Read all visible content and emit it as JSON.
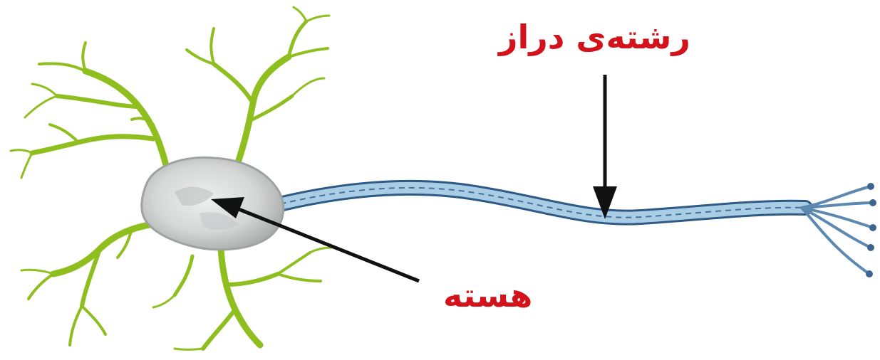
{
  "labels": {
    "axon": "رشته‌ی دراز",
    "nucleus": "هسته"
  },
  "colors": {
    "label_text": "#d3121b",
    "dendrite": "#8fbf1f",
    "dendrite_shade": "#6f9a12",
    "cell_body": "#d9dcdc",
    "cell_body_shade": "#a9adad",
    "axon_fill": "#a9cde4",
    "axon_edge": "#2f5a86",
    "arrow": "#111111"
  },
  "icons": {
    "neuron": "neuron-illustration",
    "arrow": "pointer-arrow"
  }
}
